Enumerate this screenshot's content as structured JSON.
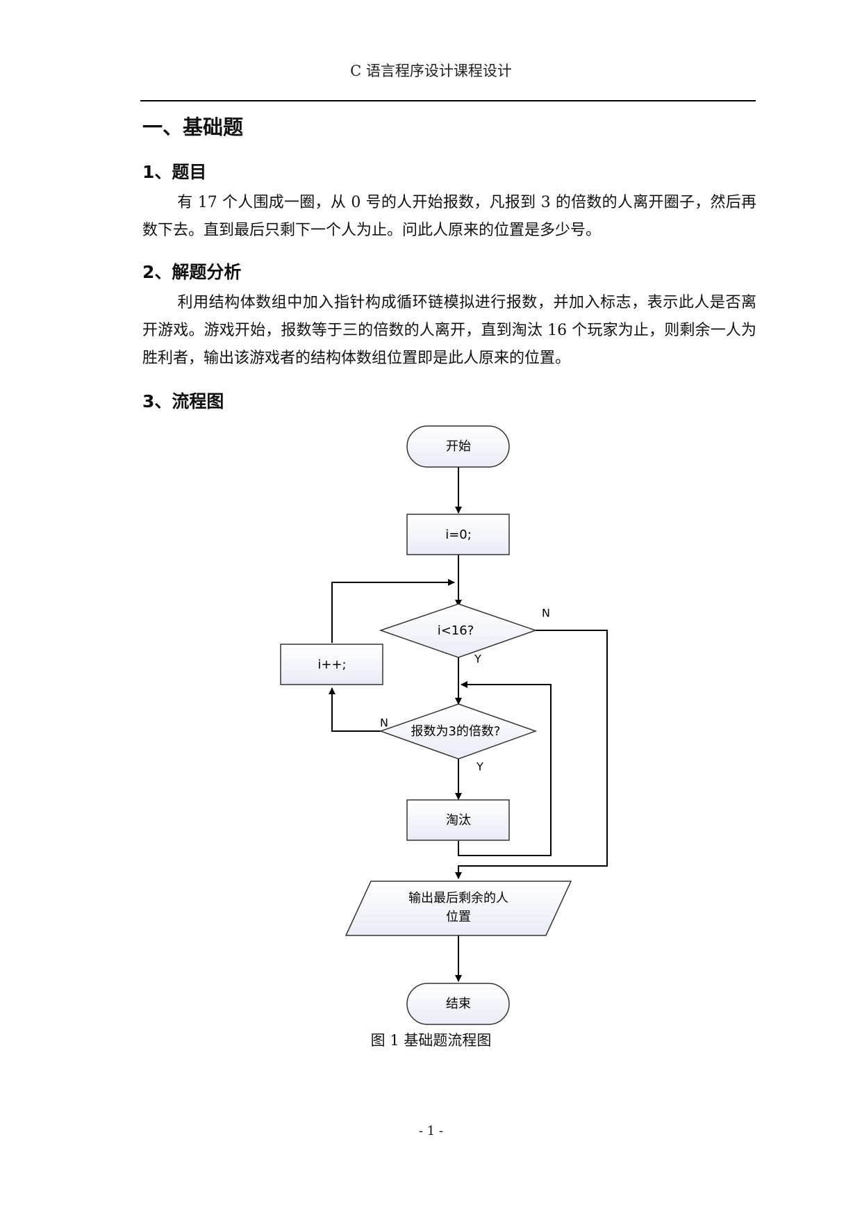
{
  "header": {
    "title": "C 语言程序设计课程设计"
  },
  "section": {
    "title": "一、基础题"
  },
  "subsections": [
    {
      "title": "1、题目",
      "text": "有 17 个人围成一圈，从 0 号的人开始报数，凡报到 3 的倍数的人离开圈子，然后再数下去。直到最后只剩下一个人为止。问此人原来的位置是多少号。"
    },
    {
      "title": "2、解题分析",
      "text": "利用结构体数组中加入指针构成循环链模拟进行报数，并加入标志，表示此人是否离开游戏。游戏开始，报数等于三的倍数的人离开，直到淘汰 16 个玩家为止，则剩余一人为胜利者，输出该游戏者的结构体数组位置即是此人原来的位置。"
    },
    {
      "title": "3、流程图"
    }
  ],
  "flowchart": {
    "start": "开始",
    "init": "i=0;",
    "cond_loop": "i<16?",
    "increment": "i++;",
    "cond_multiple": "报数为3的倍数?",
    "eliminate": "淘汰",
    "output_line1": "输出最后剩余的人",
    "output_line2": "位置",
    "end": "结束",
    "label_yes": "Y",
    "label_no": "N"
  },
  "caption": "图 1 基础题流程图",
  "page_number": "- 1 -"
}
